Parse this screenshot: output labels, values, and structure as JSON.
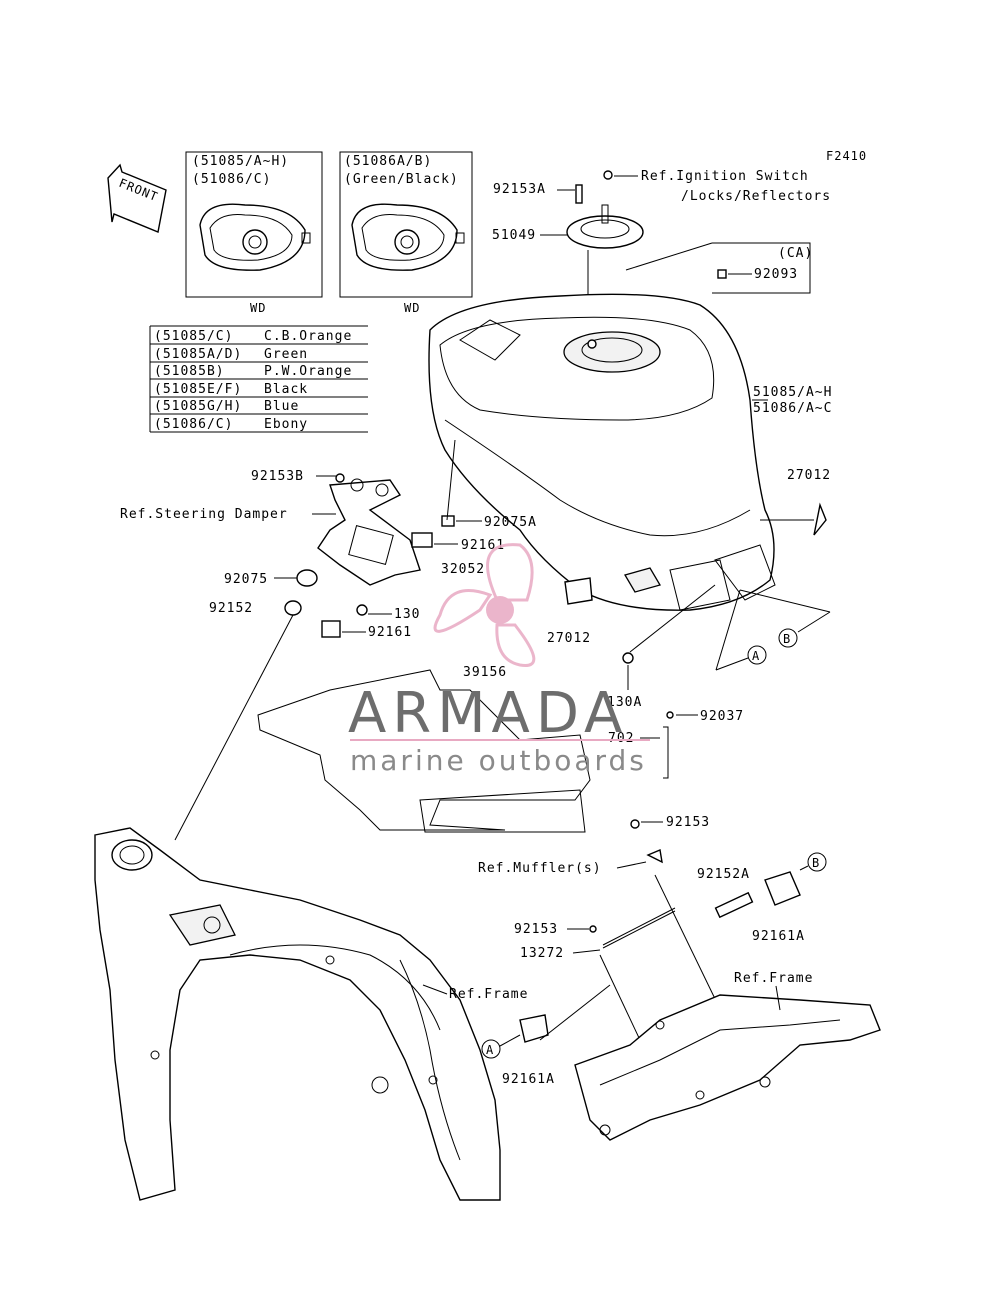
{
  "figure_code": "F2410",
  "front_label": "FRONT",
  "watermark": {
    "brand": "ARMADA",
    "tagline": "marine outboards"
  },
  "inset_left": {
    "lines": [
      "(51085/A~H)",
      "(51086/C)"
    ],
    "caption": "WD"
  },
  "inset_right": {
    "lines": [
      "(51086A/B)",
      "(Green/Black)"
    ],
    "caption": "WD"
  },
  "color_table": [
    {
      "code": "(51085/C)",
      "color": "C.B.Orange"
    },
    {
      "code": "(51085A/D)",
      "color": "Green"
    },
    {
      "code": "(51085B)",
      "color": "P.W.Orange"
    },
    {
      "code": "(51085E/F)",
      "color": "Black"
    },
    {
      "code": "(51085G/H)",
      "color": "Blue"
    },
    {
      "code": "(51086/C)",
      "color": "Ebony"
    }
  ],
  "callouts": {
    "p92153A": "92153A",
    "p51049": "51049",
    "ref_ignition_1": "Ref.Ignition Switch",
    "ref_ignition_2": "/Locks/Reflectors",
    "ca": "(CA)",
    "p92093": "92093",
    "tank_1": "51085/A~H",
    "tank_2": "51086/A~C",
    "p27012_top": "27012",
    "p92153B": "92153B",
    "ref_steering": "Ref.Steering Damper",
    "p92075A": "92075A",
    "p92161_top": "92161",
    "p32052": "32052",
    "p92075": "92075",
    "p92152": "92152",
    "p130": "130",
    "p92161_low": "92161",
    "p27012_low": "27012",
    "p39156": "39156",
    "p130A": "130A",
    "p92037": "92037",
    "p702": "702",
    "p92153_top": "92153",
    "ref_muffler": "Ref.Muffler(s)",
    "p92152A": "92152A",
    "p92161A_right": "92161A",
    "p92153_low": "92153",
    "p13272": "13272",
    "ref_frame_right": "Ref.Frame",
    "ref_frame_left": "Ref.Frame",
    "p92161A_left": "92161A",
    "marker_A": "A",
    "marker_B": "B"
  },
  "colors": {
    "watermark_pink": "#e8a9c2",
    "watermark_pink_dark": "#d88aae"
  }
}
